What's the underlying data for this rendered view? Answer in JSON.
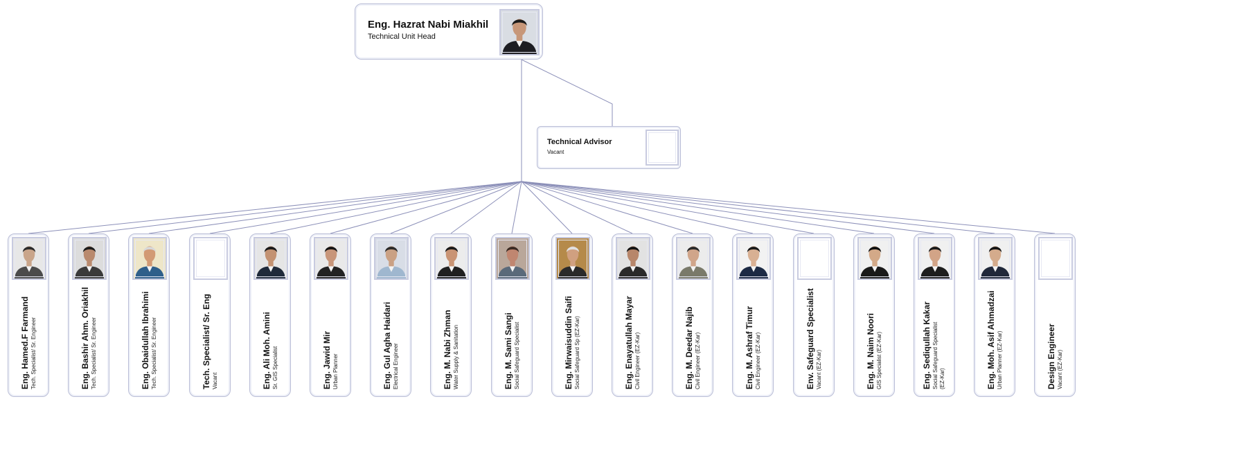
{
  "head": {
    "name": "Eng. Hazrat Nabi Miakhil",
    "title": "Technical Unit Head",
    "photo": "photo"
  },
  "advisor": {
    "name": "Technical Advisor",
    "title": "Vacant",
    "photo": "vacant"
  },
  "staff": [
    {
      "name": "Eng. Hamed.F Farmand",
      "title_lines": [
        "Tech. Specialist/ Sr. Engineer"
      ],
      "photo": "photo",
      "skin": "#c9a58a",
      "hair": "#2b2b2b",
      "shirt": "#4b4b4b",
      "bg": "#e7e7e7"
    },
    {
      "name": "Eng. Bashir Ahm. Oriakhil",
      "title_lines": [
        "Tech. Specialist/ Sr. Engineer"
      ],
      "photo": "photo",
      "skin": "#b98a6e",
      "hair": "#1c1c1c",
      "shirt": "#3a3a3a",
      "bg": "#dcdcdc"
    },
    {
      "name": "Eng. Obaidullah Ibrahimi",
      "title_lines": [
        "Tech. Specialist/ Sr. Engineer"
      ],
      "photo": "photo",
      "skin": "#d29a74",
      "hair": "#d8d8d8",
      "shirt": "#2f5f8a",
      "bg": "#eee6c8"
    },
    {
      "name": "Tech. Specialist/ Sr. Eng",
      "title_lines": [
        "Vacant"
      ],
      "photo": "vacant"
    },
    {
      "name": "Eng. Ali Moh. Amini",
      "title_lines": [
        "Sr. GIS Specialist"
      ],
      "photo": "photo",
      "skin": "#c39272",
      "hair": "#1a1a1a",
      "shirt": "#1f2a3a",
      "bg": "#e5e5e5"
    },
    {
      "name": "Eng. Jawid Mir",
      "title_lines": [
        "Urban Planner"
      ],
      "photo": "photo",
      "skin": "#c8967a",
      "hair": "#151515",
      "shirt": "#222222",
      "bg": "#e9e9e9"
    },
    {
      "name": "Eng. Gul Agha Haidari",
      "title_lines": [
        "Electrical Engineer"
      ],
      "photo": "photo",
      "skin": "#caa184",
      "hair": "#2a2a2a",
      "shirt": "#9fb7cf",
      "bg": "#d8dde6"
    },
    {
      "name": "Eng. M. Nabi Zhman",
      "title_lines": [
        "Water Supply & Sanitation"
      ],
      "photo": "photo",
      "skin": "#c99474",
      "hair": "#1a1a1a",
      "shirt": "#202020",
      "bg": "#ececec"
    },
    {
      "name": "Eng. M. Sami Sangi",
      "title_lines": [
        "Social Safeguard Specialist"
      ],
      "photo": "photo",
      "skin": "#c08670",
      "hair": "#3a2a22",
      "shirt": "#5a6a7a",
      "bg": "#b9a79a"
    },
    {
      "name": "Eng. Mirwaisuddin Saifi",
      "title_lines": [
        "Social Safeguard Sp (EZ-Kar)"
      ],
      "photo": "photo",
      "skin": "#d0a080",
      "hair": "#e0e0e0",
      "shirt": "#2a2a2a",
      "bg": "#b58a4a"
    },
    {
      "name": "Eng. Enayatullah Mayar",
      "title_lines": [
        "Civil Engineer (EZ-Kar)"
      ],
      "photo": "photo",
      "skin": "#b7866a",
      "hair": "#111111",
      "shirt": "#2a2a2a",
      "bg": "#e2e2e2"
    },
    {
      "name": "Eng. M. Deedar Najib",
      "title_lines": [
        "Civil Engineer (EZ-Kar)"
      ],
      "photo": "photo",
      "skin": "#d0a58a",
      "hair": "#2a2a2a",
      "shirt": "#7a7a6a",
      "bg": "#ececec"
    },
    {
      "name": "Eng. M. Ashraf Timur",
      "title_lines": [
        "Civil Engineer (EZ-Kar)"
      ],
      "photo": "photo",
      "skin": "#d8b093",
      "hair": "#1a1a1a",
      "shirt": "#1c2a44",
      "bg": "#f2f2f2"
    },
    {
      "name": "Env. Safeguard Specialist",
      "title_lines": [
        "Vacant (EZ-Kar)"
      ],
      "photo": "vacant"
    },
    {
      "name": "Eng. M. Naim Noori",
      "title_lines": [
        "GIS Specialist (EZ-Kar)"
      ],
      "photo": "photo",
      "skin": "#d3a988",
      "hair": "#0f0f0f",
      "shirt": "#1a1a1a",
      "bg": "#f0f0f0"
    },
    {
      "name": "Eng. Sediqullah Kakar",
      "title_lines": [
        "Social Safeguard Specialist",
        "(EZ-Kar)"
      ],
      "photo": "photo",
      "skin": "#d2a487",
      "hair": "#1a1a1a",
      "shirt": "#1e1e1e",
      "bg": "#f0f0f0"
    },
    {
      "name": "Eng. Moh. Asif Ahmadzai",
      "title_lines": [
        "Urban Planner (EZ-Kar)"
      ],
      "photo": "photo",
      "skin": "#d4ab8c",
      "hair": "#141414",
      "shirt": "#20283a",
      "bg": "#f0f0f0"
    },
    {
      "name": "Design Engineer",
      "title_lines": [
        "Vacant (EZ-Kar)"
      ],
      "photo": "vacant"
    }
  ],
  "colors": {
    "connector": "#8b8fb8",
    "box_border": "#b9bdd6"
  }
}
